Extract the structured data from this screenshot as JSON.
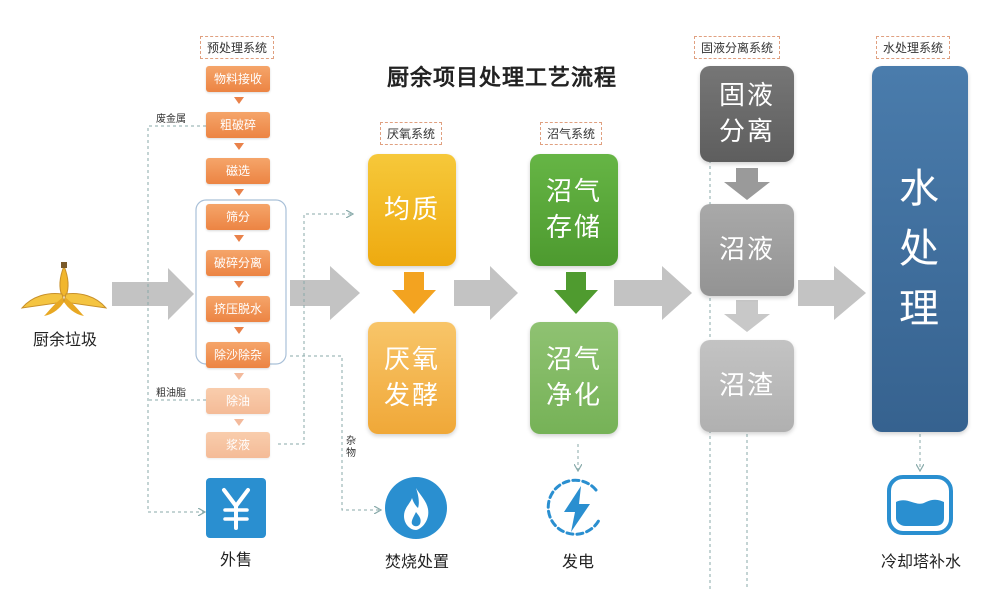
{
  "title": "厨余项目处理工艺流程",
  "systems": {
    "pretreatment": "预处理系统",
    "anaerobic": "厌氧系统",
    "biogas": "沼气系统",
    "solid_liquid": "固液分离系统",
    "water": "水处理系统"
  },
  "input": {
    "label": "厨余垃圾",
    "icon": "banana-peel-icon"
  },
  "pre_steps": [
    "物料接收",
    "粗破碎",
    "磁选",
    "筛分",
    "破碎分离",
    "挤压脱水",
    "除沙除杂",
    "除油",
    "浆液"
  ],
  "side_notes": {
    "scrap_metal": "废金属",
    "crude_oil": "粗油脂",
    "impurities": "杂物"
  },
  "anaerobic_boxes": [
    "均质",
    "厌氧\n发酵"
  ],
  "biogas_boxes": [
    "沼气\n存储",
    "沼气\n净化"
  ],
  "solid_liquid_boxes": [
    "固液\n分离",
    "沼液",
    "沼渣"
  ],
  "water_box": "水\n处\n理",
  "outputs": {
    "sale": {
      "label": "外售",
      "icon": "yuan-icon"
    },
    "incineration": {
      "label": "焚烧处置",
      "icon": "flame-icon"
    },
    "power": {
      "label": "发电",
      "icon": "lightning-icon"
    },
    "cooling": {
      "label": "冷却塔补水",
      "icon": "water-tank-icon"
    }
  },
  "colors": {
    "pre_orange": "#ec8443",
    "anaerobic_yellow": "#f2b619",
    "anaerobic_orange": "#f0a530",
    "biogas_green": "#5aa93a",
    "sep_dark": "#6d6d6d",
    "sep_gray": "#b9b9b9",
    "water_blue": "#3f6f9f",
    "icon_blue": "#2a8fd0"
  }
}
